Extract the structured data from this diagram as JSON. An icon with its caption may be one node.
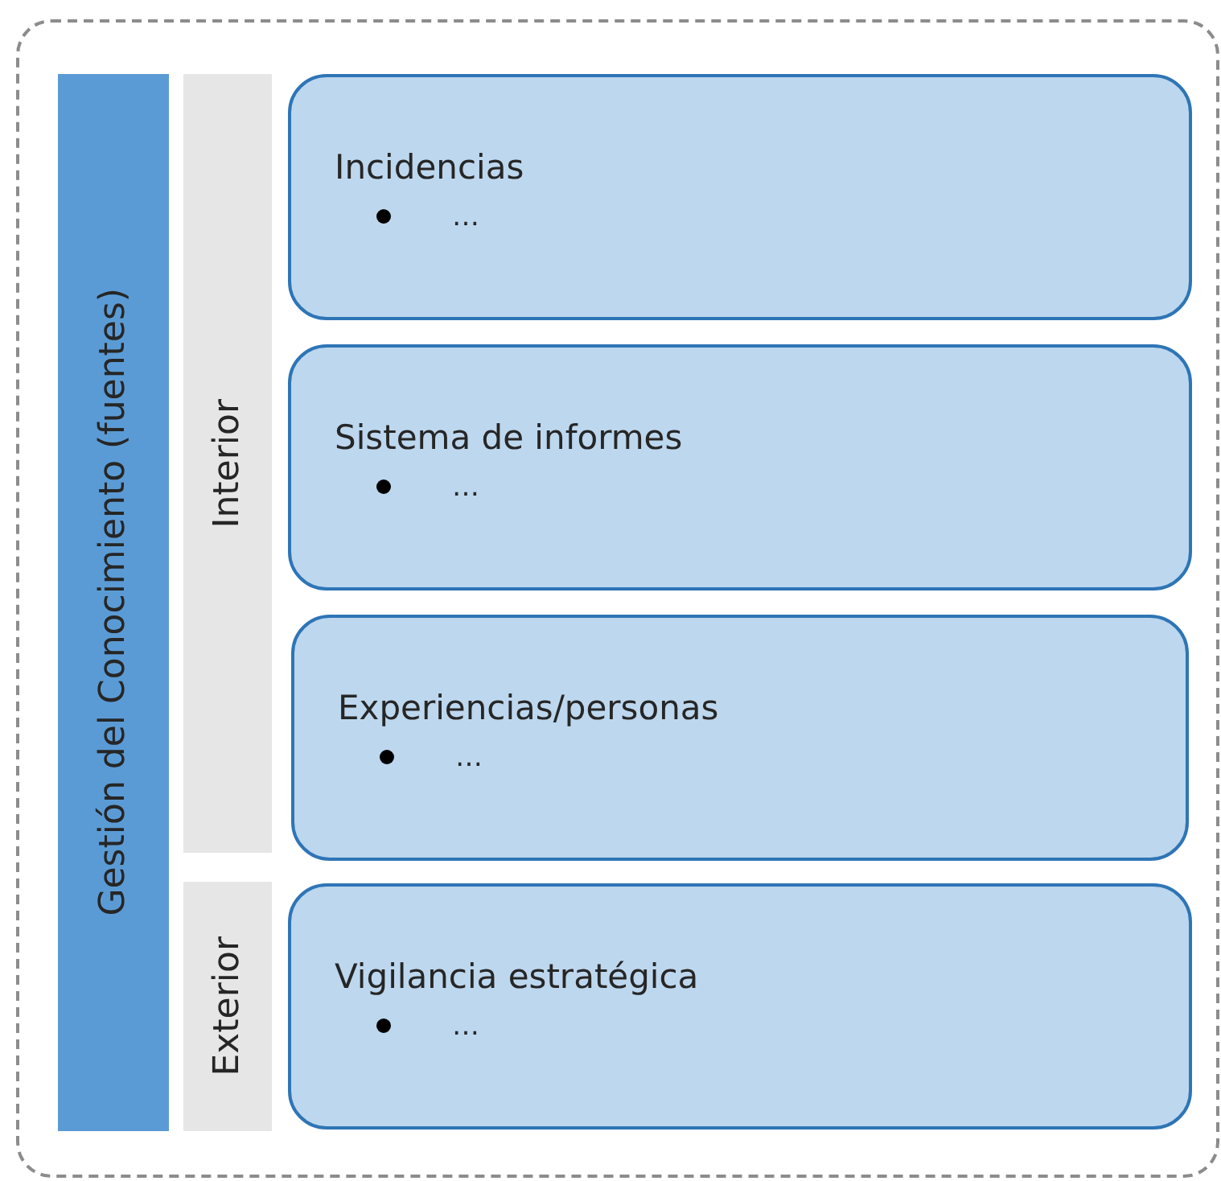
{
  "diagram": {
    "nodes": [
      {
        "text": [],
        "shape": "box"
      },
      {
        "text": [
          "Gestión del Conocimiento (fuentes)"
        ],
        "in": 0
      },
      {
        "text": [
          "Interior"
        ],
        "in": 0
      },
      {
        "text": [
          "Exterior"
        ],
        "in": 0
      },
      {
        "text": [
          "Incidencias",
          "…"
        ],
        "in": 0
      },
      {
        "text": [
          "Sistema de informes",
          "…"
        ],
        "in": 0
      },
      {
        "text": [
          "Experiencias/personas",
          "…"
        ],
        "in": 0
      },
      {
        "text": [
          "Vigilancia estratégica",
          "…"
        ],
        "in": 0
      }
    ]
  }
}
